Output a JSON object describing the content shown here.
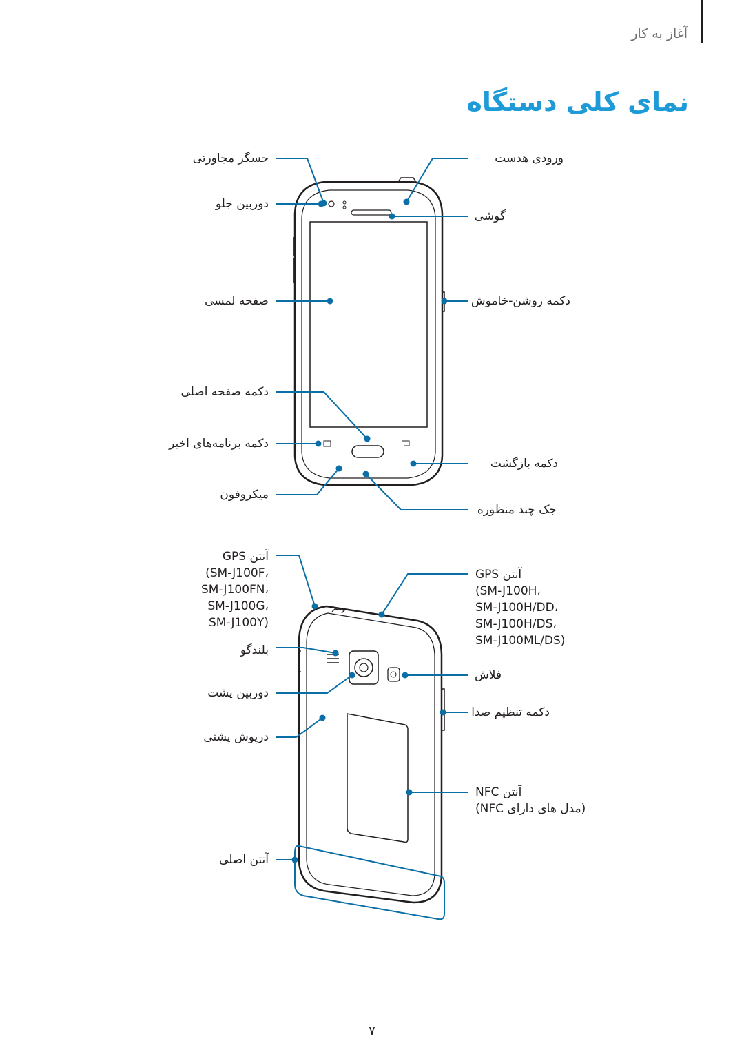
{
  "header": {
    "chapter": "آغاز به کار",
    "title": "نمای کلی دستگاه"
  },
  "front_view": {
    "labels_left": {
      "proximity_sensor": "حسگر مجاورتی",
      "front_camera": "دوربین جلو",
      "touch_screen": "صفحه لمسی",
      "home_key": "دکمه صفحه اصلی",
      "recent_apps_key": "دکمه برنامه‌های اخیر",
      "microphone": "میکروفون"
    },
    "labels_right": {
      "headset_jack": "ورودی هدست",
      "earpiece": "گوشی",
      "power_key": "دکمه روشن-خاموش",
      "back_key": "دکمه بازگشت",
      "multipurpose_jack": "جک چند منظوره"
    }
  },
  "back_view": {
    "gps_antenna_left": {
      "title": "آنتن GPS",
      "models": [
        "(SM-J100F،",
        "SM-J100FN،",
        "SM-J100G،",
        "SM-J100Y)"
      ]
    },
    "gps_antenna_right": {
      "title": "آنتن GPS",
      "models": [
        "(SM-J100H،",
        "SM-J100H/DD،",
        "SM-J100H/DS،",
        "SM-J100ML/DS)"
      ]
    },
    "labels_left": {
      "speaker": "بلندگو",
      "rear_camera": "دوربین پشت",
      "back_cover": "درپوش پشتی",
      "main_antenna": "آنتن اصلی"
    },
    "labels_right": {
      "flash": "فلاش",
      "volume_key": "دکمه تنظیم صدا",
      "nfc_antenna": "آنتن NFC",
      "nfc_note": "(مدل های دارای NFC)"
    }
  },
  "footer": {
    "page_number": "۷"
  },
  "colors": {
    "accent": "#1e9bd7",
    "callout": "#0a6ea7",
    "outline": "#231f20"
  }
}
